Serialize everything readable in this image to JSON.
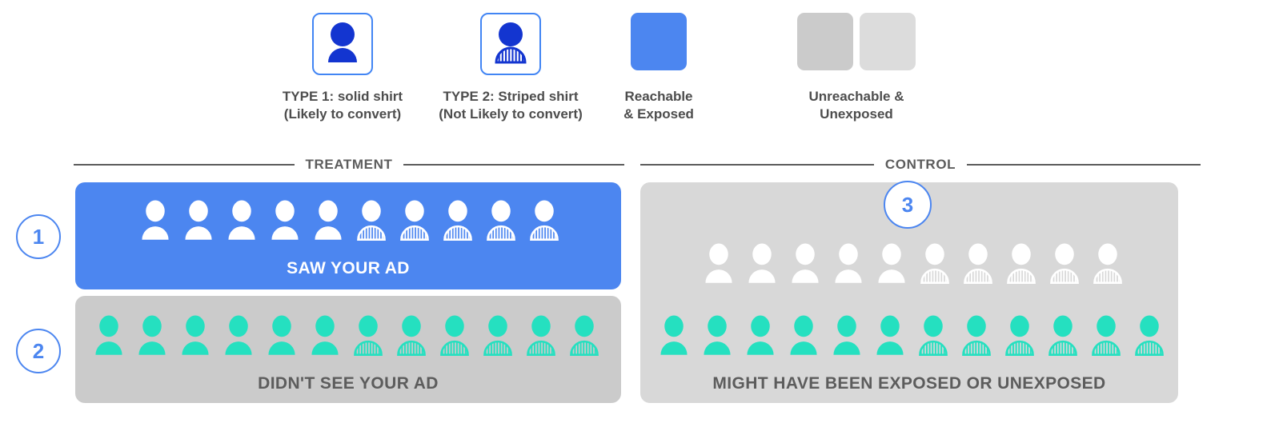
{
  "colors": {
    "accent_blue": "#4c86f0",
    "legend_blue": "#1335d0",
    "teal": "#25e0c0",
    "panel_grey": "#cbcbcb",
    "panel_light_grey": "#d8d8d8",
    "text_dark": "#4d4d4d",
    "white": "#ffffff"
  },
  "legend": {
    "items": [
      {
        "id": "type-1",
        "icon": "person-solid-shirt-icon",
        "label": "TYPE 1: solid shirt\n(Likely to convert)"
      },
      {
        "id": "type-2",
        "icon": "person-striped-shirt-icon",
        "label": "TYPE 2: Striped shirt\n(Not Likely to convert)"
      },
      {
        "id": "reachable-exposed",
        "icon": "blue-swatch",
        "label": "Reachable\n& Exposed"
      },
      {
        "id": "unreachable-unexposed",
        "icon": "double-grey-swatch",
        "label": "Unreachable &\nUnexposed"
      }
    ]
  },
  "sections": {
    "treatment": {
      "title": "TREATMENT"
    },
    "control": {
      "title": "CONTROL"
    }
  },
  "steps": {
    "one": "1",
    "two": "2",
    "three": "3"
  },
  "panels": {
    "saw_your_ad": {
      "caption": "SAW YOUR AD",
      "background": "#4c86f0",
      "figure_color": "#ffffff",
      "solid_count": 5,
      "striped_count": 5,
      "total": 10
    },
    "didnt_see_your_ad": {
      "caption": "DIDN'T SEE YOUR AD",
      "background": "#cbcbcb",
      "figure_color": "#25e0c0",
      "solid_count": 6,
      "striped_count": 6,
      "total": 12
    },
    "control_top": {
      "caption": "",
      "background": "#d8d8d8",
      "figure_color": "#ffffff",
      "solid_count": 5,
      "striped_count": 5,
      "total": 10
    },
    "control_bottom": {
      "caption": "MIGHT HAVE BEEN EXPOSED OR UNEXPOSED",
      "background": "#d8d8d8",
      "figure_color": "#25e0c0",
      "solid_count": 6,
      "striped_count": 6,
      "total": 12
    }
  }
}
